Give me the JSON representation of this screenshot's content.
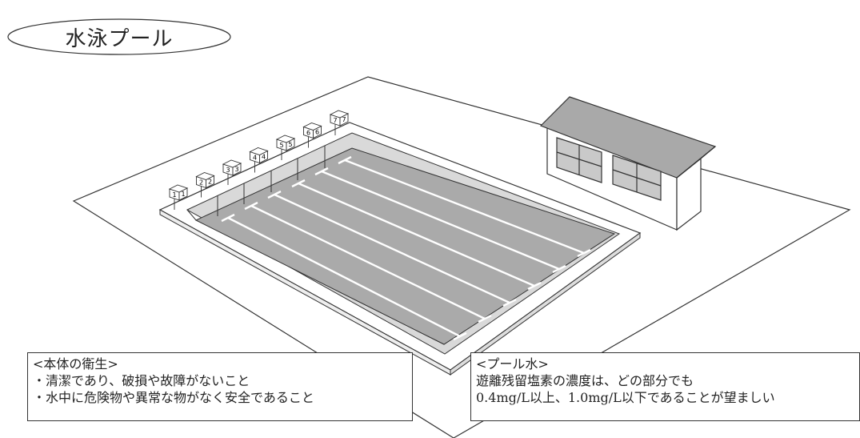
{
  "title": "水泳プール",
  "lane_numbers": [
    "1",
    "2",
    "3",
    "4",
    "5",
    "6",
    "7"
  ],
  "notes": {
    "body": {
      "heading": "<本体の衛生>",
      "lines": [
        "・清潔であり、破損や故障がないこと",
        "・水中に危険物や異常な物がなく安全であること"
      ]
    },
    "water": {
      "heading": "<プール水>",
      "lines": [
        "遊離残留塩素の濃度は、どの部分でも",
        "0.4mg/L以上、1.0mg/L以下であることが望ましい"
      ]
    }
  },
  "colors": {
    "water": "#aaaaaa",
    "pool_wall": "#d9d9d9",
    "roof": "#a9a9a9",
    "window": "#c9c9c9",
    "lane_line": "#ffffff",
    "outline": "#333333"
  }
}
